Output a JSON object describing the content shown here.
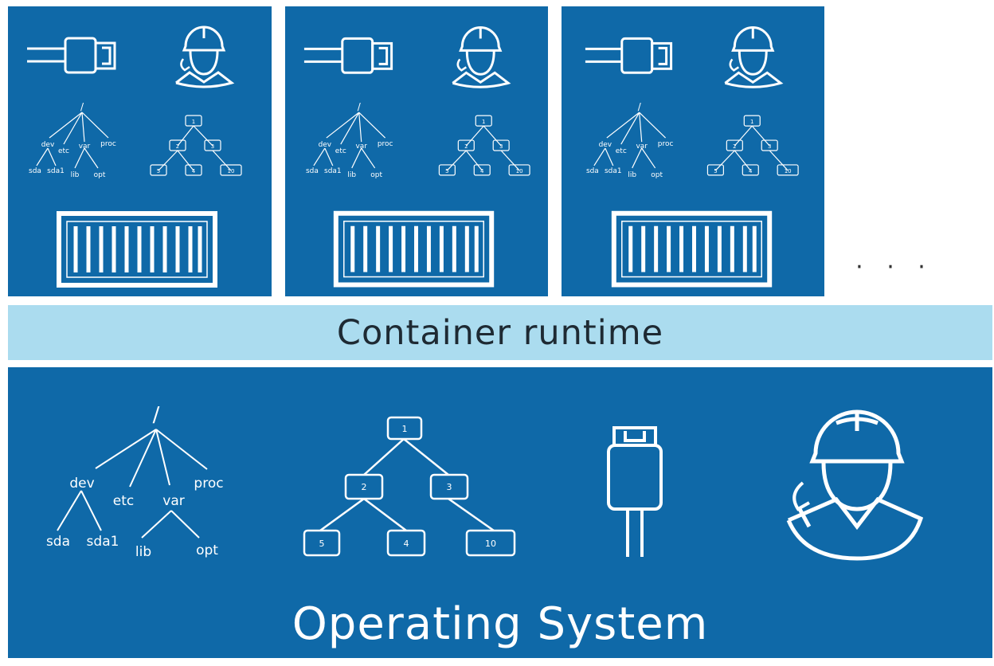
{
  "diagram": {
    "runtime_label": "Container runtime",
    "os_label": "Operating System",
    "ellipsis": "· · ·",
    "colors": {
      "dark_blue": "#0f69a8",
      "light_blue": "#abdcef",
      "line": "#ffffff"
    },
    "filesystem_tree": {
      "root": "/",
      "dev": "dev",
      "etc": "etc",
      "var": "var",
      "proc": "proc",
      "sda": "sda",
      "sda1": "sda1",
      "lib": "lib",
      "opt": "opt"
    },
    "process_tree": {
      "p1": "1",
      "p2": "2",
      "p3": "3",
      "p5": "5",
      "p4": "4",
      "p10": "10"
    },
    "icons": {
      "plug": "plug-icon",
      "engineer": "engineer-icon",
      "shipping_container": "shipping-container-icon"
    }
  }
}
